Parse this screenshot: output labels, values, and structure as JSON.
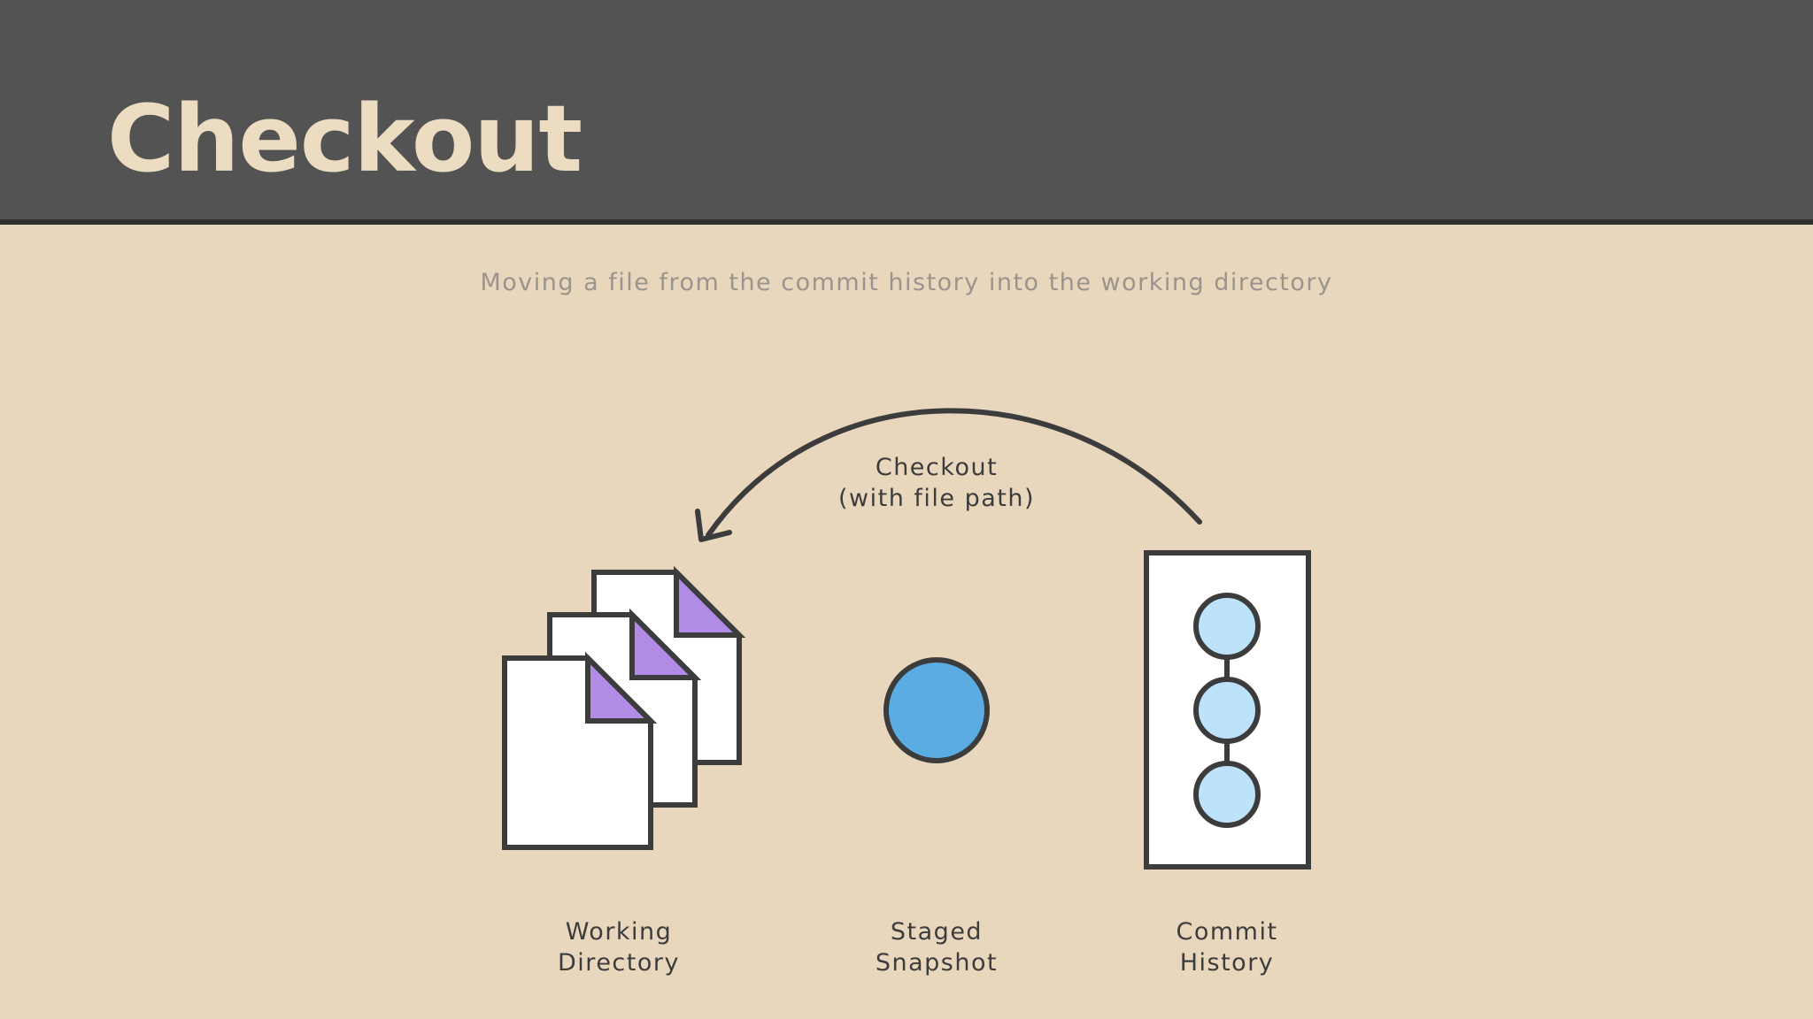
{
  "slide": {
    "title": "Checkout",
    "subtitle": "Moving a file from the commit history into the working directory"
  },
  "diagram": {
    "arrow_label": {
      "line1": "Checkout",
      "line2": "(with file path)"
    },
    "nodes": [
      {
        "line1": "Working",
        "line2": "Directory",
        "icon": "documents-stack-icon"
      },
      {
        "line1": "Staged",
        "line2": "Snapshot",
        "icon": "circle-icon"
      },
      {
        "line1": "Commit",
        "line2": "History",
        "icon": "commit-history-icon"
      }
    ]
  },
  "colors": {
    "background": "#e8d7bd",
    "header": "#535353",
    "title": "#ecdcc2",
    "stroke": "#3c3c3c",
    "document_fold": "#b18be6",
    "staged_circle": "#5aace2",
    "commit_circle": "#bde3fb"
  }
}
